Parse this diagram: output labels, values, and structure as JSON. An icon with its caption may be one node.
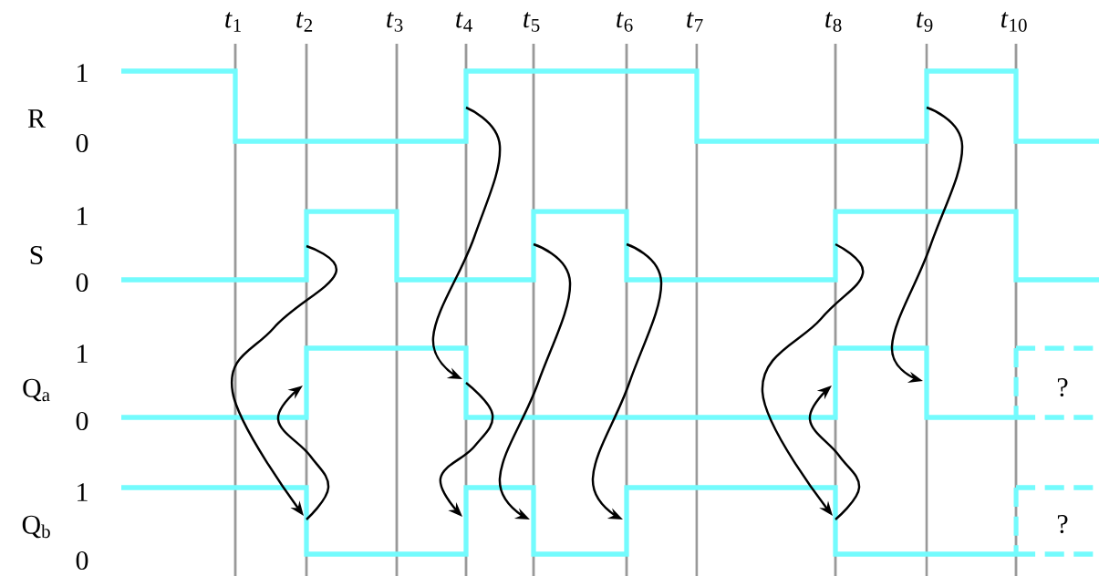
{
  "diagram": {
    "labels": [
      "*t*$_{1}$",
      "*t*$_{2}$",
      "*t*$_{3}$",
      "*t*$_{4}$",
      "*t*$_{5}$",
      "*t*$_{6}$",
      "*t*$_{7}$",
      "*t*$_{8}$",
      "*t*$_{9}$",
      "*t*$_{10}$",
      "1",
      "R",
      "0",
      "1",
      "S",
      "0",
      "1",
      "Q$_{a}$",
      "?",
      "0",
      "1",
      "Q$_{b}$",
      "?",
      "0"
    ]
  }
}
